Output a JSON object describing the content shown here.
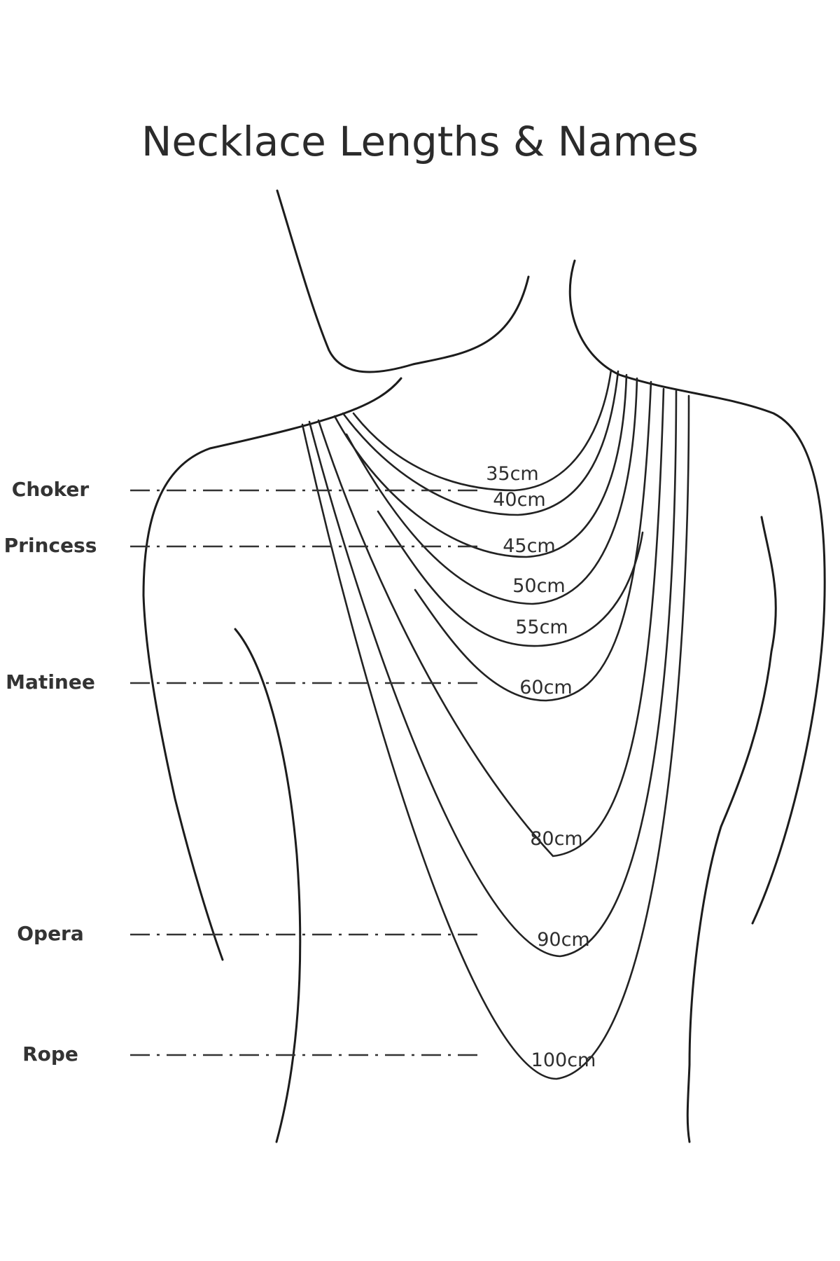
{
  "title": "Necklace Lengths & Names",
  "levels": [
    {
      "name": "Choker"
    },
    {
      "name": "Princess"
    },
    {
      "name": "Matinee"
    },
    {
      "name": "Opera"
    },
    {
      "name": "Rope"
    }
  ],
  "necklaces": [
    {
      "label": "35cm"
    },
    {
      "label": "40cm"
    },
    {
      "label": "45cm"
    },
    {
      "label": "50cm"
    },
    {
      "label": "55cm"
    },
    {
      "label": "60cm"
    },
    {
      "label": "80cm"
    },
    {
      "label": "90cm"
    },
    {
      "label": "100cm"
    }
  ]
}
